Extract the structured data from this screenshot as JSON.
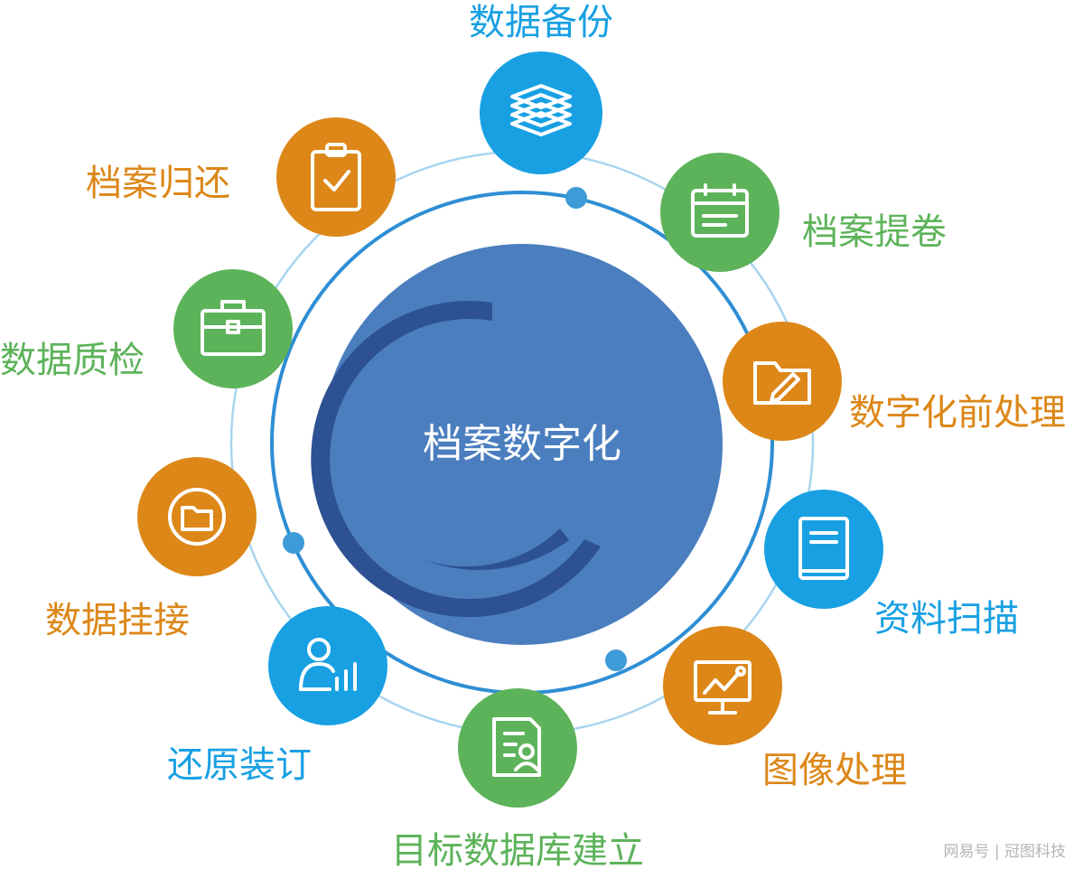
{
  "center": {
    "title": "档案数字化"
  },
  "colors": {
    "blue": "#18A0E3",
    "green": "#5DB35A",
    "orange": "#DC8718",
    "center_fill": "#4A7EBF",
    "center_arc": "#2D5192",
    "ring_outer": "#A9D5F0",
    "ring_inner": "#2E8ED4",
    "dot": "#3D9BD7"
  },
  "nodes": [
    {
      "id": "backup",
      "label": "数据备份",
      "color": "blue",
      "icon": "layers-icon"
    },
    {
      "id": "retrieve",
      "label": "档案提卷",
      "color": "green",
      "icon": "calendar-icon"
    },
    {
      "id": "preprocess",
      "label": "数字化前处理",
      "color": "orange",
      "icon": "folder-edit-icon"
    },
    {
      "id": "scan",
      "label": "资料扫描",
      "color": "blue",
      "icon": "book-icon"
    },
    {
      "id": "image",
      "label": "图像处理",
      "color": "orange",
      "icon": "chart-board-icon"
    },
    {
      "id": "database",
      "label": "目标数据库建立",
      "color": "green",
      "icon": "document-user-icon"
    },
    {
      "id": "rebind",
      "label": "还原装订",
      "color": "blue",
      "icon": "user-stats-icon"
    },
    {
      "id": "link",
      "label": "数据挂接",
      "color": "orange",
      "icon": "folder-circle-icon"
    },
    {
      "id": "qc",
      "label": "数据质检",
      "color": "green",
      "icon": "briefcase-icon"
    },
    {
      "id": "return",
      "label": "档案归还",
      "color": "orange",
      "icon": "clipboard-check-icon"
    }
  ],
  "watermark": "网易号 | 冠图科技"
}
